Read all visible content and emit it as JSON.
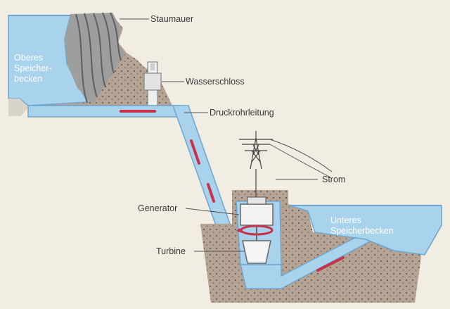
{
  "labels": {
    "staumauer": "Staumauer",
    "wasserschloss": "Wasserschloss",
    "druckrohrleitung": "Druckrohrleitung",
    "strom": "Strom",
    "generator": "Generator",
    "turbine": "Turbine",
    "upper_reservoir_line1": "Oberes",
    "upper_reservoir_line2": "Speicher-",
    "upper_reservoir_line3": "becken",
    "lower_reservoir_line1": "Unteres",
    "lower_reservoir_line2": "Speicherbecken"
  },
  "colors": {
    "background": "#f1ede3",
    "water": "#a9d2ec",
    "water_dark": "#6fa6cf",
    "rock": "#b5a394",
    "rock_dots": "#6b5c50",
    "dam": "#a9a9a9",
    "flow_arrow": "#c8324a",
    "leader": "#555555"
  }
}
